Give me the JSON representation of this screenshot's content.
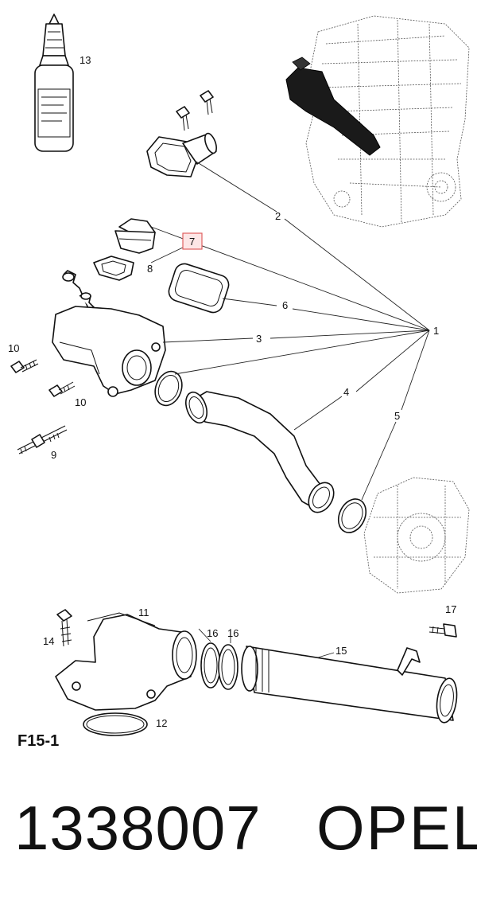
{
  "diagram": {
    "callouts": [
      {
        "id": "c1",
        "text": "1"
      },
      {
        "id": "c2",
        "text": "2"
      },
      {
        "id": "c3",
        "text": "3"
      },
      {
        "id": "c4",
        "text": "4"
      },
      {
        "id": "c5",
        "text": "5"
      },
      {
        "id": "c6",
        "text": "6"
      },
      {
        "id": "c7",
        "text": "7"
      },
      {
        "id": "c8",
        "text": "8"
      },
      {
        "id": "c9",
        "text": "9"
      },
      {
        "id": "c10a",
        "text": "10"
      },
      {
        "id": "c10b",
        "text": "10"
      },
      {
        "id": "c11",
        "text": "11"
      },
      {
        "id": "c12",
        "text": "12"
      },
      {
        "id": "c13",
        "text": "13"
      },
      {
        "id": "c14",
        "text": "14"
      },
      {
        "id": "c15",
        "text": "15"
      },
      {
        "id": "c16a",
        "text": "16"
      },
      {
        "id": "c16b",
        "text": "16"
      },
      {
        "id": "c17",
        "text": "17"
      }
    ],
    "highlight_color": "#e06060",
    "figure_label": "F15-1"
  },
  "footer": {
    "part_number": "1338007",
    "brand": "OPEL"
  }
}
